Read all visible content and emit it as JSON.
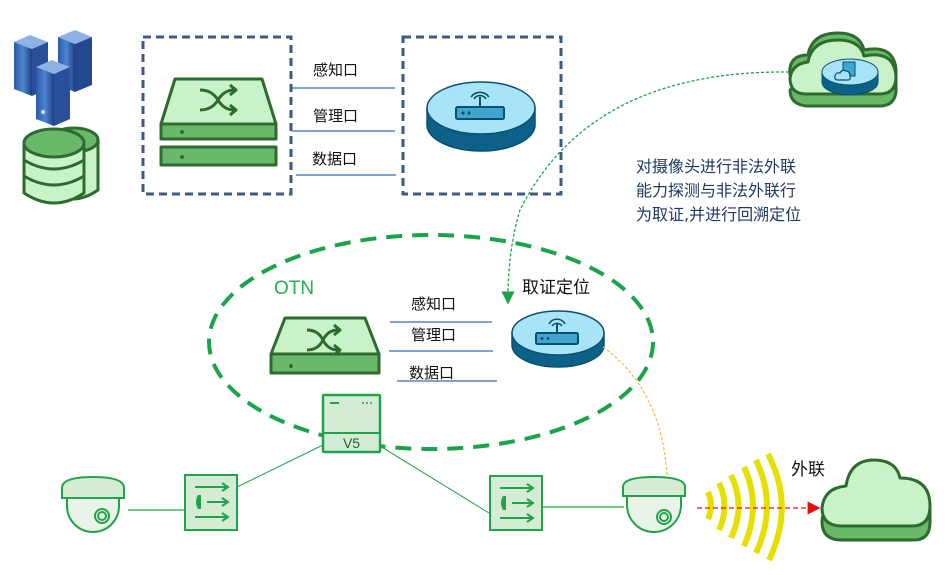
{
  "top_section": {
    "ports": [
      "感知口",
      "管理口",
      "数据口"
    ]
  },
  "annotation": {
    "lines": [
      "对摄像头进行非法外联",
      "能力探测与非法外联行",
      "为取证,并进行回溯定位"
    ]
  },
  "otn_section": {
    "label": "OTN",
    "ports": [
      "感知口",
      "管理口",
      "数据口"
    ],
    "forensics_label": "取证定位"
  },
  "bottom_section": {
    "v5_label": "V5",
    "external_label": "外联"
  },
  "colors": {
    "green_fill": "#c9f2c9",
    "green_dark": "#2e6b2e",
    "green_mid": "#6ab86a",
    "blue_light": "#a8e4f8",
    "blue_dark": "#0b6187",
    "dashed_box": "#3d5a80",
    "otn_ellipse": "#1aa34a",
    "yellow_wave": "#e5e000",
    "red_arrow": "#e01010",
    "orange_link": "#f5b942"
  }
}
